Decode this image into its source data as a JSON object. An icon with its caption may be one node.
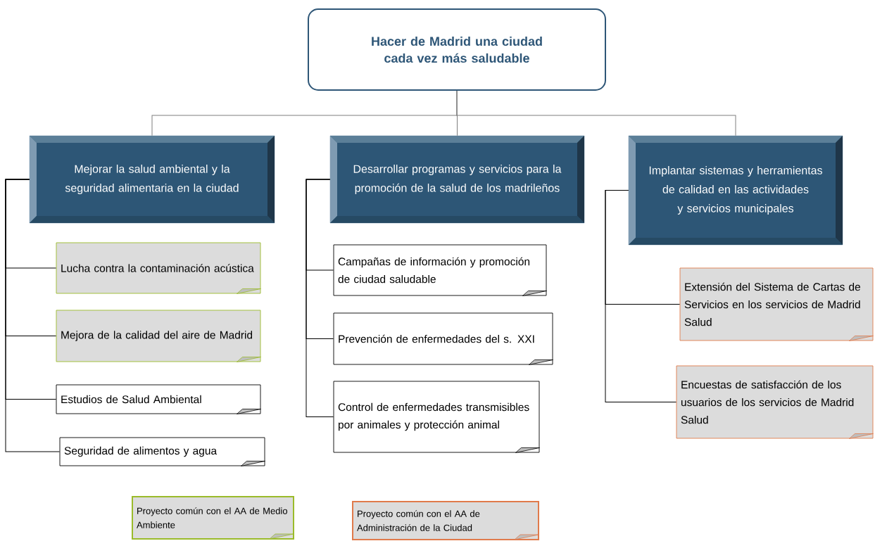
{
  "diagram": {
    "nodes": [
      {
        "text": [
          "Hacer de Madrid una ciudad cada vez más saludable"
        ]
      },
      {
        "text": [
          "Mejorar la salud ambiental y la seguridad alimentaria en la ciudad"
        ]
      },
      {
        "text": [
          "Desarrollar programas y servicios para la promoción de la salud de los madrileños"
        ]
      },
      {
        "text": [
          "Implantar sistemas y herramientas de calidad en las actividades y servicios municipales"
        ]
      },
      {
        "text": [
          "Lucha contra la contaminación acústica"
        ]
      },
      {
        "text": [
          "Mejora de la calidad del aire de Madrid"
        ]
      },
      {
        "text": [
          "Estudios de Salud Ambiental"
        ]
      },
      {
        "text": [
          "Seguridad de alimentos y agua"
        ]
      },
      {
        "text": [
          "Campañas de información y promoción de ciudad saludable"
        ]
      },
      {
        "text": [
          "Prevención de enfermedades del s. XXI"
        ]
      },
      {
        "text": [
          "Control  de enfermedades transmisibles por animales y protección animal"
        ]
      },
      {
        "text": [
          "Extensión del Sistema de Cartas de Servicios en los servicios de Madrid Salud"
        ]
      },
      {
        "text": [
          "Encuestas de satisfacción de los usuarios de los servicios de Madrid Salud"
        ]
      }
    ],
    "edges": [
      {
        "from": 0,
        "to": 1,
        "arrow": "none",
        "color": "#7f7f7f"
      },
      {
        "from": 0,
        "to": 2,
        "arrow": "none",
        "color": "#7f7f7f"
      },
      {
        "from": 0,
        "to": 3,
        "arrow": "none",
        "color": "#7f7f7f"
      },
      {
        "from": 1,
        "to": 4,
        "arrow": "none"
      },
      {
        "from": 1,
        "to": 5,
        "arrow": "none"
      },
      {
        "from": 1,
        "to": 6,
        "arrow": "none"
      },
      {
        "from": 1,
        "to": 7,
        "arrow": "none"
      },
      {
        "from": 2,
        "to": 8,
        "arrow": "none"
      },
      {
        "from": 2,
        "to": 9,
        "arrow": "none"
      },
      {
        "from": 2,
        "to": 10,
        "arrow": "none"
      },
      {
        "from": 3,
        "to": 11,
        "arrow": "none"
      },
      {
        "from": 3,
        "to": 12,
        "arrow": "none"
      }
    ],
    "legend": [
      {
        "text": "Proyecto común con el AA de Medio Ambiente",
        "color": "#9bbb2a"
      },
      {
        "text": "Proyecto común con el AA de Administración de la Ciudad",
        "color": "#e07a4b"
      }
    ]
  }
}
